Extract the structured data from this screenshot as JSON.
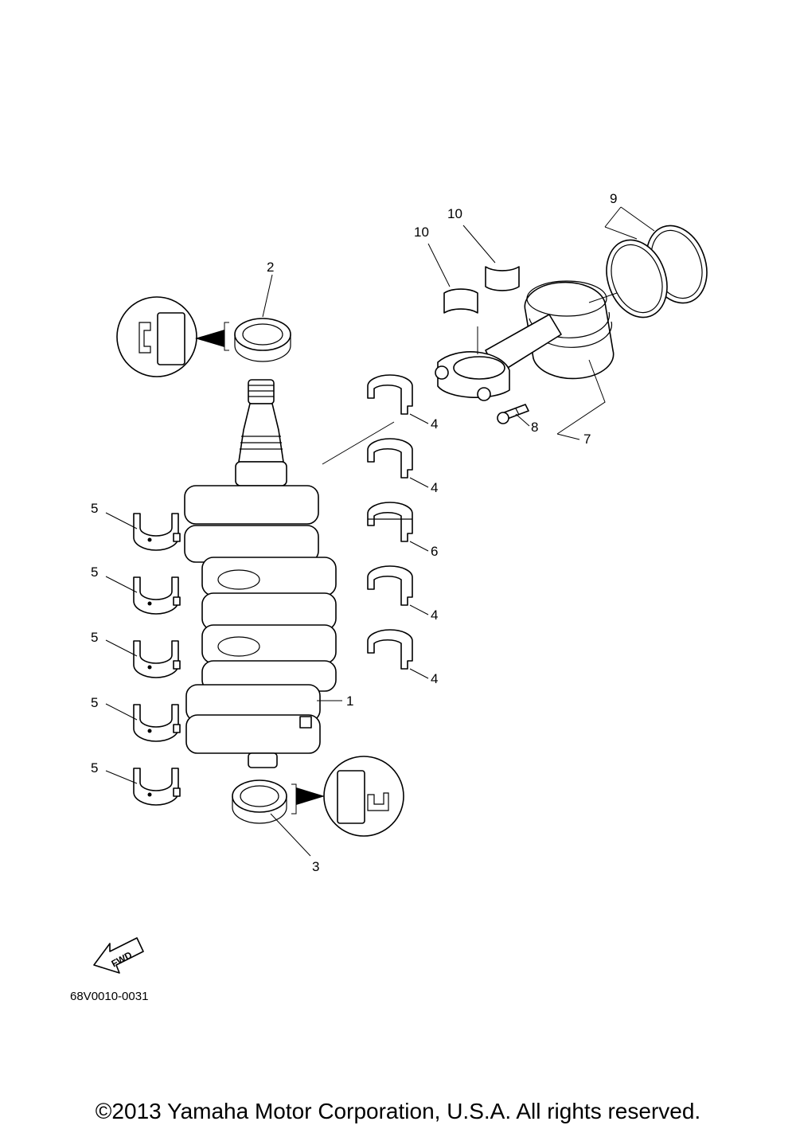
{
  "diagram": {
    "callouts": {
      "crankshaft": "1",
      "upper_oil_seal": "2",
      "lower_oil_seal": "3",
      "main_bearing_upper": "4",
      "main_bearing_lower": "5",
      "thrust_bearing": "6",
      "connecting_rod_assy": "7",
      "rod_bolt": "8",
      "piston_rings": "9",
      "rod_bearing": "10"
    },
    "fwd_label": "FWD",
    "drawing_code": "68V0010-0031"
  },
  "footer": {
    "copyright": "©2013 Yamaha Motor Corporation, U.S.A. All rights reserved."
  }
}
